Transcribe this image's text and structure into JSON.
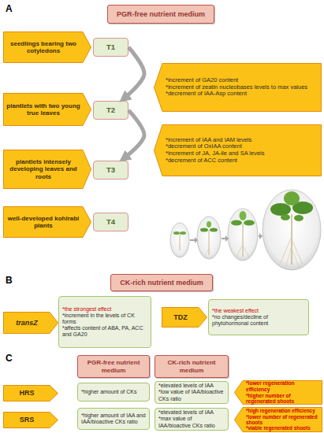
{
  "diagram": {
    "nodes": [
      {
        "text": [
          "PGR-free nutrient medium"
        ]
      },
      {
        "text": [
          "seedlings bearing two cotyledons"
        ]
      },
      {
        "text": [
          "T1"
        ]
      },
      {
        "text": [
          "*increment of GA20 content",
          "*increment of zeatin nucleobases levels to max values",
          "*decrement of IAA-Asp content"
        ]
      },
      {
        "text": [
          "plantlets with two young true leaves"
        ]
      },
      {
        "text": [
          "T2"
        ]
      },
      {
        "text": [
          "*increment of IAA and IAM levels",
          "*decrement of OxIAA content",
          "*increment of JA, JA-ile and SA levels",
          "*decrement of ACC content"
        ]
      },
      {
        "text": [
          "plantlets intensely developing leaves and roots"
        ]
      },
      {
        "text": [
          "T3"
        ]
      },
      {
        "text": [
          "well-developed kohlrabi plants"
        ]
      },
      {
        "text": [
          "T4"
        ]
      },
      {
        "text": [
          "CK-rich nutrient medium"
        ]
      },
      {
        "text": [
          "transZ"
        ]
      },
      {
        "text": [
          "*the strongest effect",
          "*increment in the levels of CK forms",
          "*affects content of ABA, PA, ACC and GA20"
        ]
      },
      {
        "text": [
          "TDZ"
        ]
      },
      {
        "text": [
          "*the weakest effect",
          "*no changes/decline of phytohormonal content"
        ]
      },
      {
        "text": [
          "PGR-free nutrient medium"
        ]
      },
      {
        "text": [
          "CK-rich nutrient medium"
        ]
      },
      {
        "text": [
          "HRS"
        ]
      },
      {
        "text": [
          "*higher amount of CKs"
        ]
      },
      {
        "text": [
          "*elevated levels of IAA",
          "*low value of IAA/bioactive CKs ratio"
        ]
      },
      {
        "text": [
          "*lower regeneration efficiency",
          "*higher number of regenerated shoots"
        ]
      },
      {
        "text": [
          "SRS"
        ]
      },
      {
        "text": [
          "*higher amount of IAA and IAA/bioactive CKs ratio"
        ]
      },
      {
        "text": [
          "*elevated levels of IAA",
          "*max value of IAA/bioactive CKs ratio"
        ]
      },
      {
        "text": [
          "*high regeneration efficiency",
          "*lower number of regenerated shoots",
          "*viable regenerated shoots"
        ]
      }
    ],
    "edges": [
      {
        "from": 2,
        "to": 5,
        "arrow": "to"
      },
      {
        "from": 5,
        "to": 8,
        "arrow": "to"
      }
    ],
    "labels": [
      "A",
      "B",
      "C"
    ]
  }
}
